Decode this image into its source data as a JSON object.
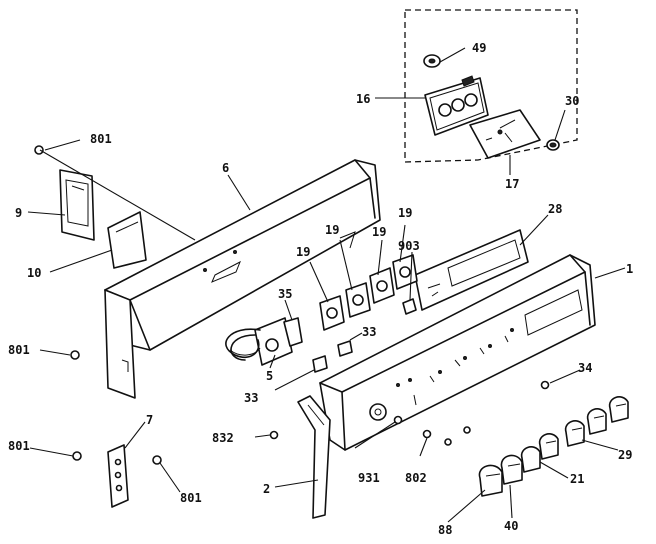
{
  "callouts": {
    "c801a": "801",
    "c9": "9",
    "c10": "10",
    "c6": "6",
    "c49": "49",
    "c16": "16",
    "c30": "30",
    "c17": "17",
    "c28": "28",
    "c19a": "19",
    "c19b": "19",
    "c19c": "19",
    "c19d": "19",
    "c903": "903",
    "c1": "1",
    "c35": "35",
    "c33a": "33",
    "c801b": "801",
    "c5": "5",
    "c33b": "33",
    "c34": "34",
    "c7": "7",
    "c832": "832",
    "c801c": "801",
    "c931": "931",
    "c802": "802",
    "c29": "29",
    "c801d": "801",
    "c2": "2",
    "c21": "21",
    "c88": "88",
    "c40": "40"
  }
}
